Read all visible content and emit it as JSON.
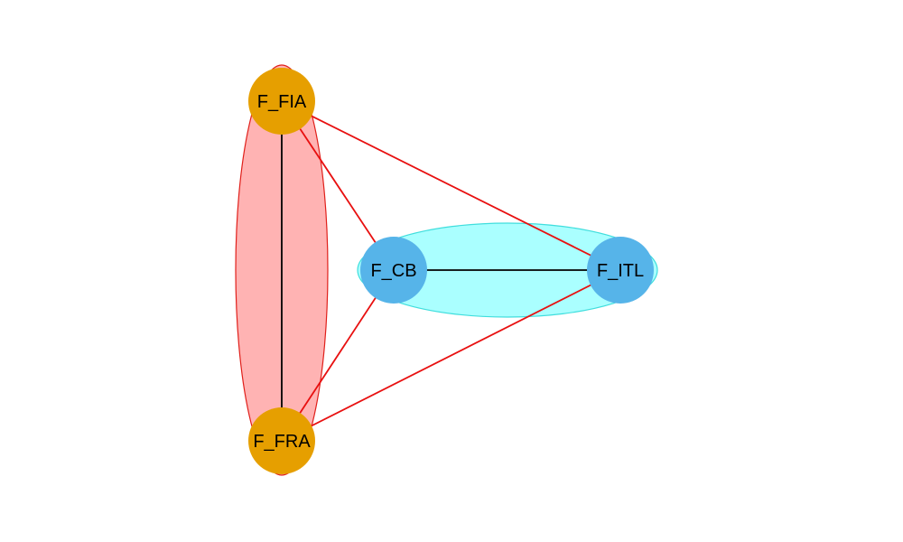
{
  "colors": {
    "background": "#ffffff",
    "group_left_fill": "#ffb3b3",
    "group_left_stroke": "#e0201b",
    "group_right_fill": "#aaffff",
    "group_right_stroke": "#40dedd",
    "node_orange": "#e69f00",
    "node_blue": "#56b4e9",
    "edge_within": "#000000",
    "edge_between": "#e81010"
  },
  "groups": [
    {
      "id": "group-left",
      "members": [
        "F_FIA",
        "F_FRA"
      ]
    },
    {
      "id": "group-right",
      "members": [
        "F_CB",
        "F_ITL"
      ]
    }
  ],
  "nodes": [
    {
      "id": "F_FIA",
      "label": "F_FIA",
      "group": "group-left"
    },
    {
      "id": "F_CB",
      "label": "F_CB",
      "group": "group-right"
    },
    {
      "id": "F_ITL",
      "label": "F_ITL",
      "group": "group-right"
    },
    {
      "id": "F_FRA",
      "label": "F_FRA",
      "group": "group-left"
    }
  ],
  "edges": [
    {
      "from": "F_FIA",
      "to": "F_FRA",
      "type": "within"
    },
    {
      "from": "F_CB",
      "to": "F_ITL",
      "type": "within"
    },
    {
      "from": "F_FIA",
      "to": "F_CB",
      "type": "between"
    },
    {
      "from": "F_FIA",
      "to": "F_ITL",
      "type": "between"
    },
    {
      "from": "F_FRA",
      "to": "F_CB",
      "type": "between"
    },
    {
      "from": "F_FRA",
      "to": "F_ITL",
      "type": "between"
    }
  ]
}
